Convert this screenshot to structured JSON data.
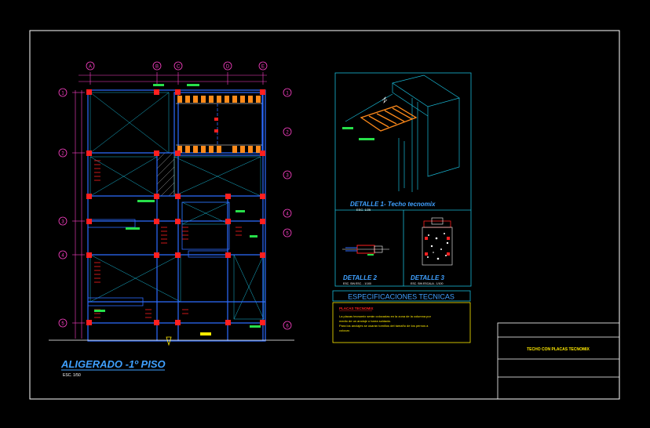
{
  "colors": {
    "background": "#000000",
    "frame": "#ffffff",
    "grid_magenta": "#ff40c8",
    "beam_blue": "#2d6cff",
    "column_red": "#ff2020",
    "slab_cyan": "#19b9d6",
    "green_tag": "#27e04a",
    "orange_brick": "#ff8a1a",
    "label_blue": "#3fa0ff",
    "yellow": "#ffea00",
    "box_cyan": "#19b9d6"
  },
  "grid_axes_top": [
    "A",
    "B",
    "C",
    "D",
    "E"
  ],
  "grid_axes_left": [
    "1",
    "2",
    "3",
    "4",
    "5"
  ],
  "grid_axes_right": [
    "1",
    "2",
    "3",
    "4",
    "5",
    "6"
  ],
  "plan": {
    "title": "ALIGERADO -1º PISO",
    "scale": "ESC. 1/50"
  },
  "detail1": {
    "title": "DETALLE 1- Techo tecnomix",
    "scale": "ESC. 1/25"
  },
  "detail2": {
    "title": "DETALLE 2",
    "scale": "ESC. SIN ESC. - 1/100"
  },
  "detail3": {
    "title": "DETALLE 3",
    "scale": "ESC. SIN ESCALA - 1/100"
  },
  "specs": {
    "title": "ESPECIFICACIONES TECNICAS",
    "subtitle": "PLACAS TECNOMIX",
    "lines": [
      "La placas tecnomix serán colocadas en la zona de la columna por",
      "medio de un anclaje o barra soldada.",
      "Para los anclajes se usarán tornillos del tamaño de los pernos a",
      "colocar."
    ]
  },
  "title_block": {
    "title": "TECHO CON PLACAS TECNOMIX"
  }
}
